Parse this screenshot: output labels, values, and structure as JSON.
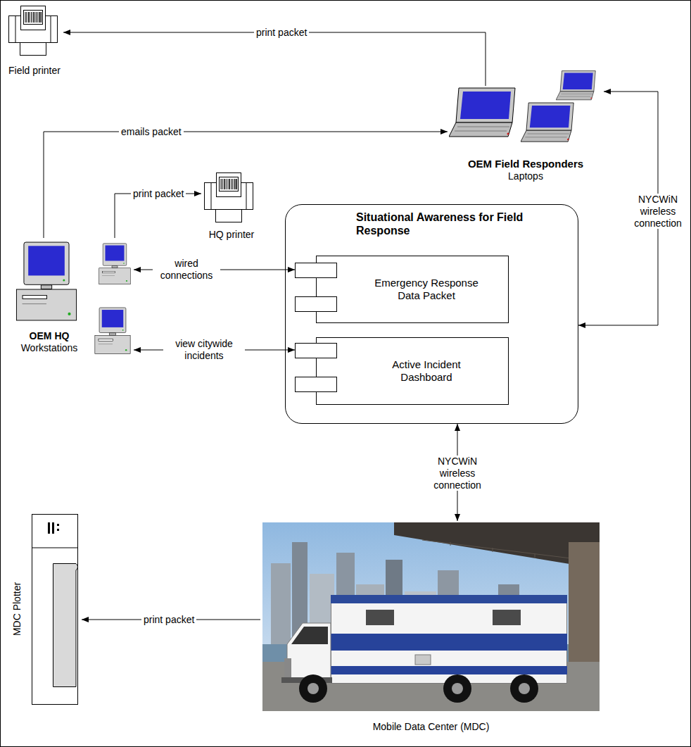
{
  "diagram": {
    "nodes": [
      {
        "text": [
          "Field printer"
        ]
      },
      {
        "text": [
          "OEM Field Responders",
          "Laptops"
        ]
      },
      {
        "text": [
          "HQ printer"
        ]
      },
      {
        "text": [
          "Situational Awareness for Field Response"
        ]
      },
      {
        "text": [
          "Emergency Response Data Packet"
        ],
        "in": 3
      },
      {
        "text": [
          "Active Incident Dashboard"
        ],
        "in": 3
      },
      {
        "text": [
          "OEM HQ",
          "Workstations"
        ]
      },
      {
        "text": [
          "Mobile Data Center (MDC)"
        ]
      },
      {
        "text": [
          "MDC Plotter"
        ]
      }
    ],
    "edges": [
      {
        "from": 1,
        "to": 0,
        "label": "print packet",
        "arrow": "to"
      },
      {
        "from": 6,
        "to": 1,
        "label": "emails packet",
        "arrow": "to"
      },
      {
        "from": 6,
        "to": 2,
        "label": "print packet",
        "arrow": "to"
      },
      {
        "from": 6,
        "to": 4,
        "label": "wired connections",
        "arrow": "both"
      },
      {
        "from": 6,
        "to": 5,
        "label": "view citywide incidents",
        "arrow": "both"
      },
      {
        "from": 1,
        "to": 3,
        "label": "NYCWiN wireless connection",
        "arrow": "both"
      },
      {
        "from": 3,
        "to": 7,
        "label": "NYCWiN wireless connection",
        "arrow": "both"
      },
      {
        "from": 7,
        "to": 8,
        "label": "print packet",
        "arrow": "to"
      }
    ]
  }
}
